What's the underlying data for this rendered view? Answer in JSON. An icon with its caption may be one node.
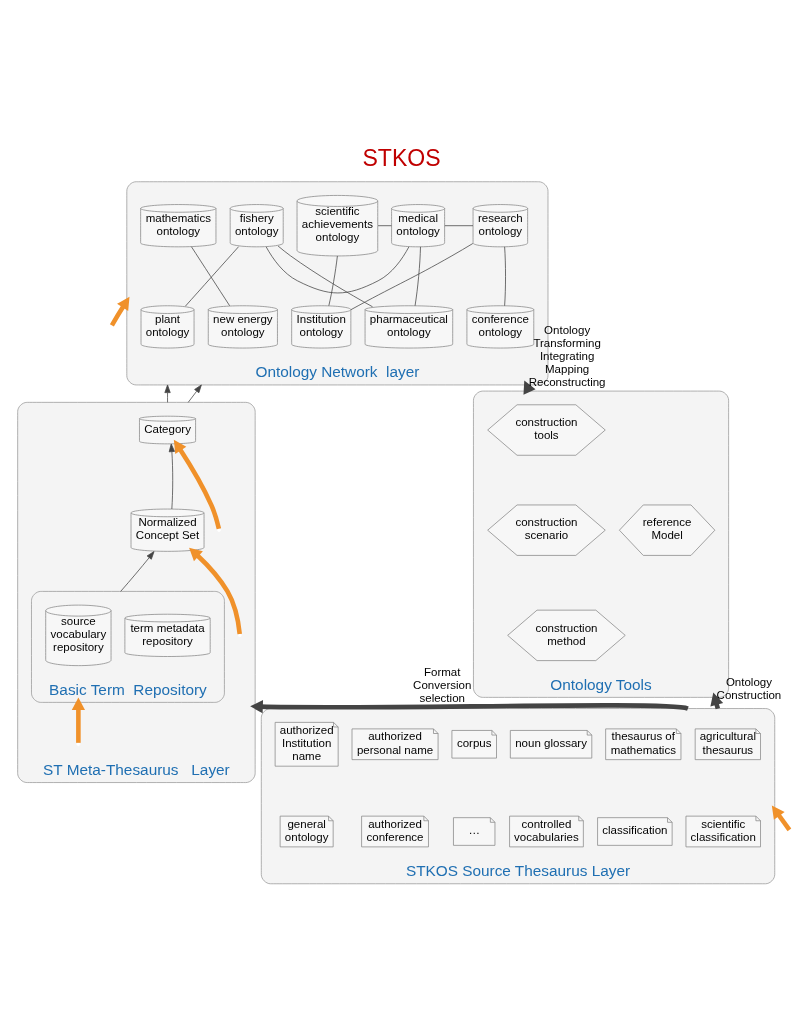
{
  "diagram": {
    "title": "STKOS",
    "nodes": [
      {
        "text": [
          "Ontology Network  layer"
        ]
      },
      {
        "text": [
          "mathematics ontology"
        ],
        "in": 0
      },
      {
        "text": [
          "fishery ontology"
        ],
        "in": 0
      },
      {
        "text": [
          "medical ontology"
        ],
        "in": 0
      },
      {
        "text": [
          "research ontology"
        ],
        "in": 0
      },
      {
        "text": [
          "scientific achievements ontology"
        ],
        "in": 0
      },
      {
        "text": [
          "plant ontology"
        ],
        "in": 0
      },
      {
        "text": [
          "new energy ontology"
        ],
        "in": 0
      },
      {
        "text": [
          "pharmaceutical ontology"
        ],
        "in": 0
      },
      {
        "text": [
          "Institution ontology"
        ],
        "in": 0
      },
      {
        "text": [
          "conference ontology"
        ],
        "in": 0
      },
      {
        "text": [
          "ST Meta-Thesaurus   Layer"
        ]
      },
      {
        "text": [
          "Category"
        ],
        "in": 11
      },
      {
        "text": [
          "Normalized Concept Set"
        ],
        "in": 11
      },
      {
        "text": [
          "Basic Term  Repository"
        ],
        "in": 11
      },
      {
        "text": [
          "source vocabulary repository"
        ],
        "in": 14
      },
      {
        "text": [
          "term metadata repository"
        ],
        "in": 14
      },
      {
        "text": [
          "Ontology Tools"
        ]
      },
      {
        "text": [
          "construction tools"
        ],
        "in": 17
      },
      {
        "text": [
          "construction scenario"
        ],
        "in": 17
      },
      {
        "text": [
          "reference Model"
        ],
        "in": 17
      },
      {
        "text": [
          "construction method"
        ],
        "in": 17
      },
      {
        "text": [
          "STKOS Source Thesaurus Layer"
        ]
      },
      {
        "text": [
          "agricultural thesaurus"
        ],
        "in": 22
      },
      {
        "text": [
          "thesaurus of mathematics"
        ],
        "in": 22
      },
      {
        "text": [
          "noun glossary"
        ],
        "in": 22
      },
      {
        "text": [
          "corpus"
        ],
        "in": 22
      },
      {
        "text": [
          "authorized personal name"
        ],
        "in": 22
      },
      {
        "text": [
          "authorized Institution  name"
        ],
        "in": 22
      },
      {
        "text": [
          "scientific classification"
        ],
        "in": 22
      },
      {
        "text": [
          "classification"
        ],
        "in": 22
      },
      {
        "text": [
          "controlled vocabularies"
        ],
        "in": 22
      },
      {
        "text": [
          "…"
        ],
        "in": 22
      },
      {
        "text": [
          "authorized conference"
        ],
        "in": 22
      },
      {
        "text": [
          "general ontology"
        ],
        "in": 22
      }
    ],
    "edges": [
      {
        "from": 1,
        "to": 7,
        "arrow": "none"
      },
      {
        "from": 2,
        "to": 6,
        "arrow": "none"
      },
      {
        "from": 2,
        "to": 3,
        "arrow": "none"
      },
      {
        "from": 2,
        "to": 8,
        "arrow": "none"
      },
      {
        "from": 3,
        "to": 4,
        "arrow": "none"
      },
      {
        "from": 3,
        "to": 8,
        "arrow": "none"
      },
      {
        "from": 3,
        "to": 5,
        "arrow": "none"
      },
      {
        "from": 5,
        "to": 9,
        "arrow": "none"
      },
      {
        "from": 4,
        "to": 9,
        "arrow": "none"
      },
      {
        "from": 4,
        "to": 10,
        "arrow": "none"
      },
      {
        "from": 11,
        "to": 0,
        "arrow": "to"
      },
      {
        "from": 11,
        "to": 0,
        "arrow": "to"
      },
      {
        "from": 13,
        "to": 12,
        "arrow": "to"
      },
      {
        "from": 14,
        "to": 13,
        "arrow": "to"
      },
      {
        "from": 17,
        "to": 0,
        "arrow": "to",
        "label": "Ontology Transforming Integrating Mapping Reconstructing",
        "style": "thick"
      },
      {
        "from": 22,
        "to": 11,
        "arrow": "to",
        "label": "Format Conversion selection",
        "style": "thick"
      },
      {
        "from": 22,
        "to": 17,
        "arrow": "to",
        "label": "Ontology Construction",
        "style": "thick"
      },
      {
        "from": null,
        "to": 0,
        "arrow": "to",
        "style": "thick",
        "color": "#f0912a"
      },
      {
        "from": null,
        "to": 12,
        "arrow": "to",
        "style": "thick",
        "color": "#f0912a"
      },
      {
        "from": null,
        "to": 13,
        "arrow": "to",
        "style": "thick",
        "color": "#f0912a"
      },
      {
        "from": null,
        "to": 14,
        "arrow": "to",
        "style": "thick",
        "color": "#f0912a"
      },
      {
        "from": null,
        "to": 22,
        "arrow": "to",
        "style": "thick",
        "color": "#f0912a"
      }
    ]
  }
}
